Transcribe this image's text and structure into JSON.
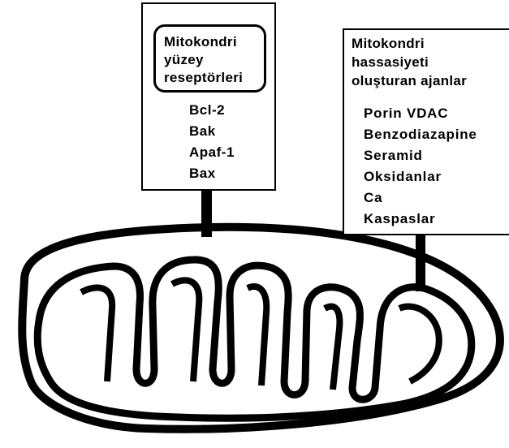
{
  "left_box": {
    "title_lines": [
      "Mitokondri",
      "yüzey",
      "reseptörleri"
    ],
    "items": [
      "Bcl-2",
      "Bak",
      "Apaf-1",
      "Bax"
    ]
  },
  "right_box": {
    "title_lines": [
      "Mitokondri",
      "hassasiyeti",
      "oluşturan ajanlar"
    ],
    "items": [
      "Porin VDAC",
      "Benzodiazapine",
      "Seramid",
      "Oksidanlar",
      "Ca",
      "Kaspaslar"
    ]
  },
  "mitochondrion": {
    "outline_color": "#000000"
  }
}
